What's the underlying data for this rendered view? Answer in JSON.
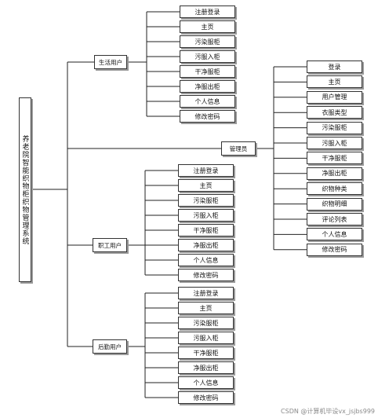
{
  "root": {
    "title": "养老院智能织物柜织物管理系统"
  },
  "branches": [
    {
      "key": "resident",
      "label": "生活用户",
      "items": [
        "注册登录",
        "主页",
        "污染服柜",
        "污服入柜",
        "干净服柜",
        "净服出柜",
        "个人信息",
        "修改密码"
      ]
    },
    {
      "key": "admin",
      "label": "管理员",
      "items": [
        "登录",
        "主页",
        "用户管理",
        "衣服类型",
        "污染服柜",
        "污服入柜",
        "干净服柜",
        "净服出柜",
        "织物种类",
        "织物明细",
        "评论列表",
        "个人信息",
        "修改密码"
      ]
    },
    {
      "key": "staff",
      "label": "职工用户",
      "items": [
        "注册登录",
        "主页",
        "污染服柜",
        "污服入柜",
        "干净服柜",
        "净服出柜",
        "个人信息",
        "修改密码"
      ]
    },
    {
      "key": "nurse",
      "label": "后勤用户",
      "items": [
        "注册登录",
        "主页",
        "污染服柜",
        "污服入柜",
        "干净服柜",
        "净服出柜",
        "个人信息",
        "修改密码"
      ]
    }
  ],
  "watermark": "CSDN @计算机毕设vx_jsjbs999"
}
